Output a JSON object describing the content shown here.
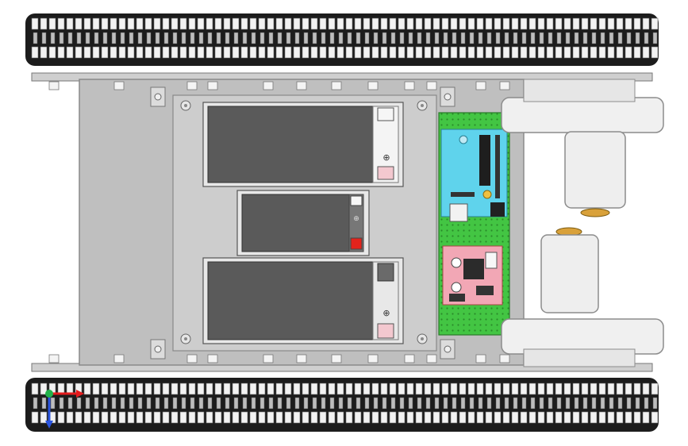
{
  "viewport": {
    "background": "#ffffff"
  },
  "model": {
    "tracks": {
      "color": "#1c1c1c",
      "link_color": "#f2f2f2",
      "pin_color": "#bdbdbd"
    },
    "chassis": {
      "color": "#bfbfbf",
      "edge_color": "#8a8a8a"
    },
    "battery_tray": {
      "color": "#cdcdcd"
    },
    "batteries": [
      {
        "name": "battery-top",
        "body_color": "#5a5a5a",
        "terminals": [
          "neg",
          "pos"
        ]
      },
      {
        "name": "battery-middle",
        "body_color": "#5a5a5a",
        "terminals": [
          "neg",
          "pos"
        ]
      },
      {
        "name": "battery-bottom",
        "body_color": "#5a5a5a",
        "terminals": [
          "neg",
          "pos"
        ]
      }
    ],
    "perfboard": {
      "color": "#43c543",
      "hole_color": "#2a8a2a"
    },
    "arduino": {
      "color": "#5fd3ec",
      "chip_color": "#1e1e1e"
    },
    "motor_driver": {
      "color": "#f2a7b5",
      "chip_color": "#2b2b2b"
    },
    "motors": {
      "body_color": "#eeeeee",
      "edge_color": "#8c8c8c",
      "hub_color": "#d9a13a"
    },
    "triad": {
      "x_color": "#e41a1c",
      "y_color": "#21b24a",
      "z_color": "#2a55e0"
    }
  }
}
